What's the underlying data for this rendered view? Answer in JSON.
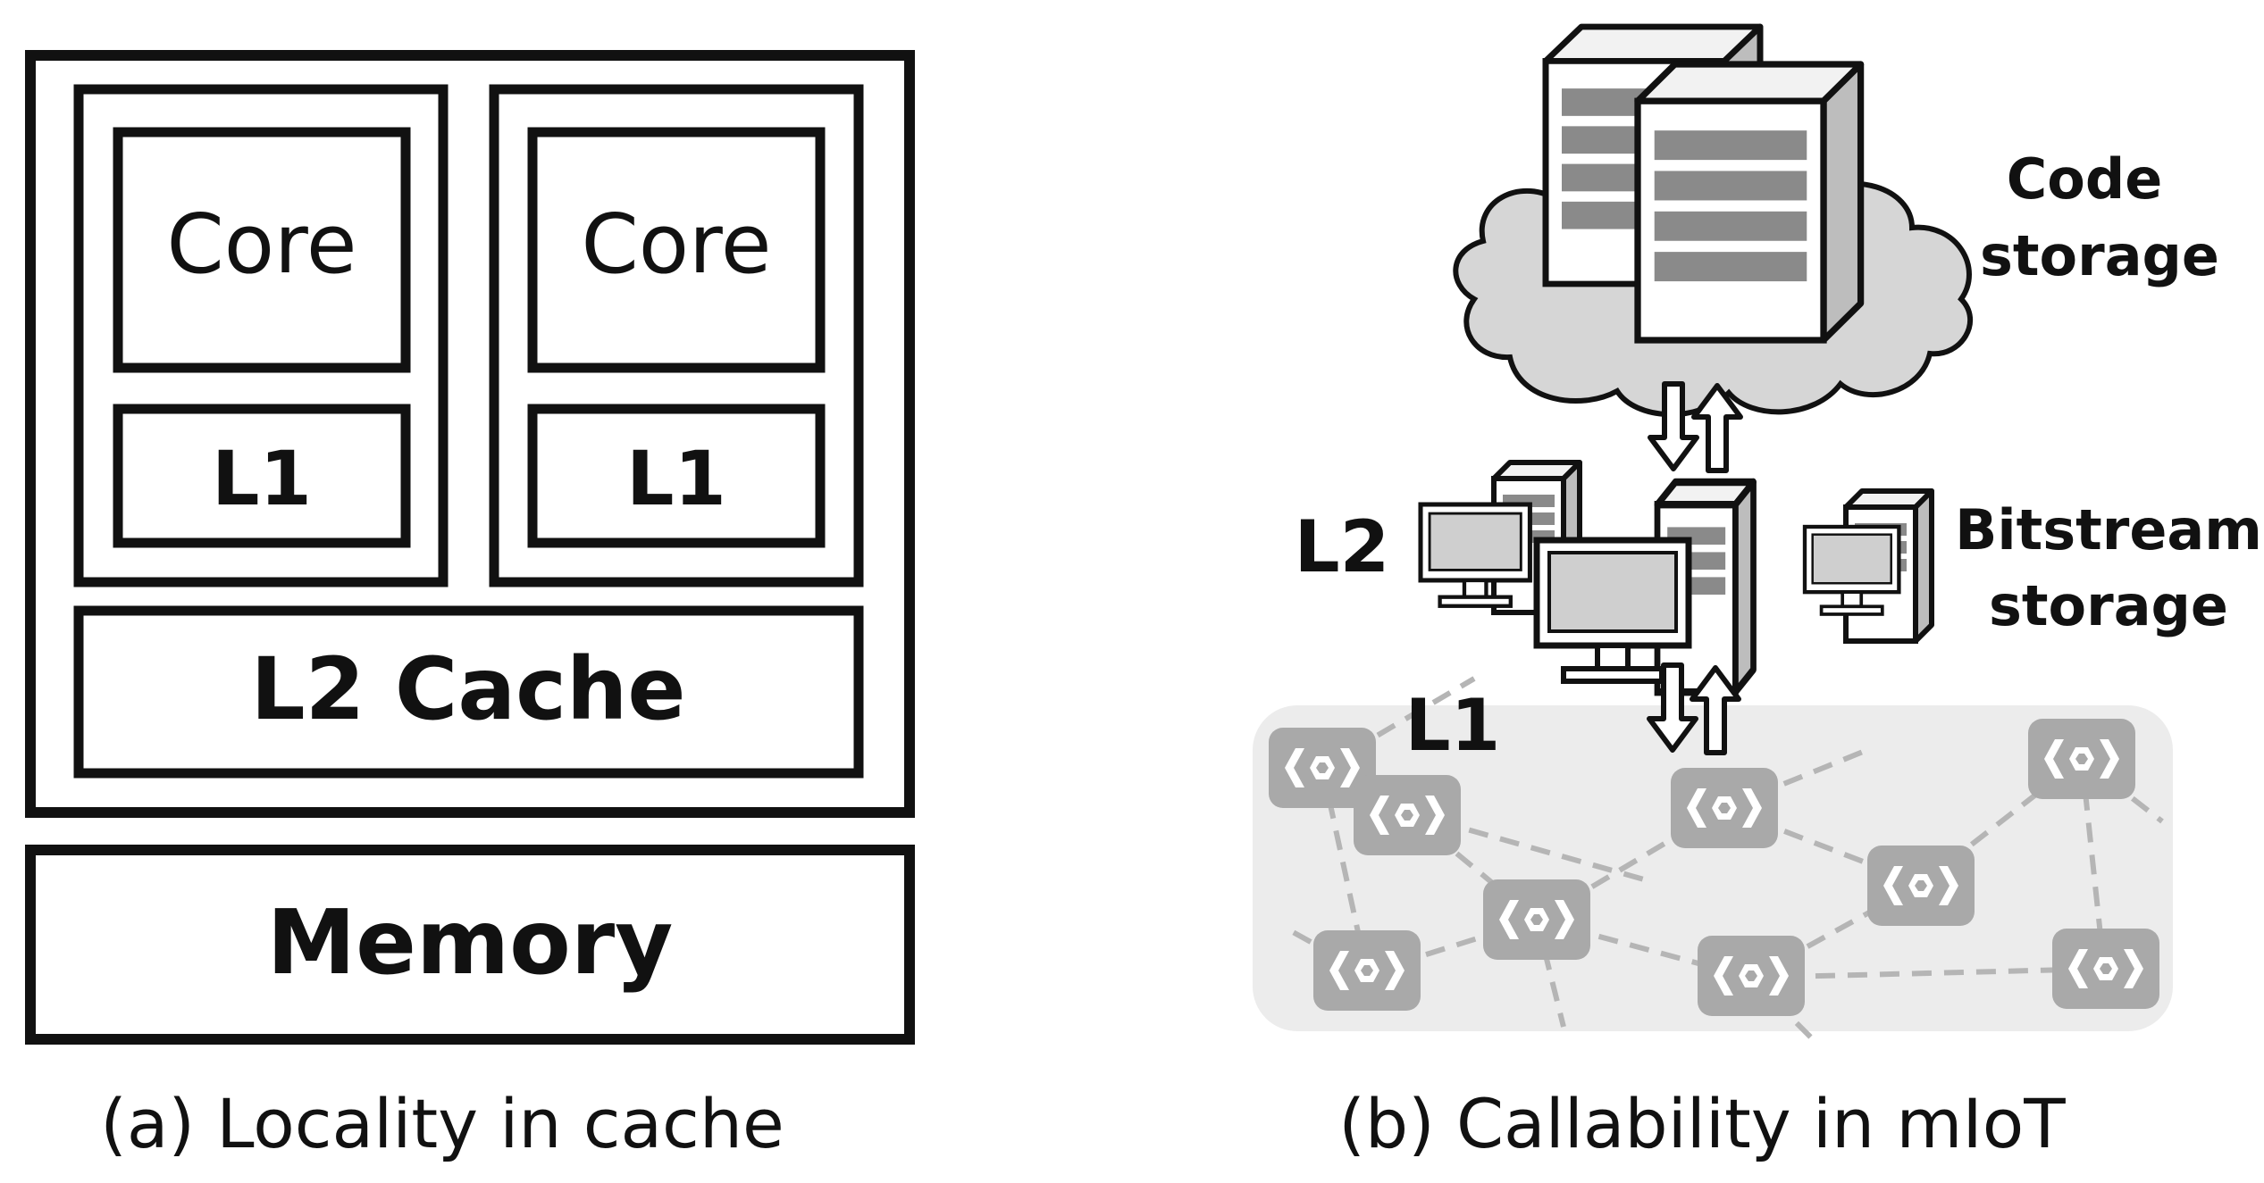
{
  "panel_a": {
    "core_left": "Core",
    "core_right": "Core",
    "l1_left": "L1",
    "l1_right": "L1",
    "l2": "L2 Cache",
    "memory": "Memory",
    "caption": "(a) Locality in cache"
  },
  "panel_b": {
    "code_storage_line1": "Code",
    "code_storage_line2": "storage",
    "l2_label": "L2",
    "bitstream_line1": "Bitstream",
    "bitstream_line2": "storage",
    "l1_label": "L1",
    "caption": "(b) Callability in mIoT"
  },
  "colors": {
    "stroke": "#111111",
    "cloud_fill": "#d6d6d6",
    "device_fill": "#a9a9a9",
    "field_fill": "#ececec",
    "link_dash": "#b5b5b5"
  },
  "icons": [
    "server-icon",
    "computer-icon",
    "cloud-icon",
    "iot-device-icon",
    "arrow-icon"
  ]
}
